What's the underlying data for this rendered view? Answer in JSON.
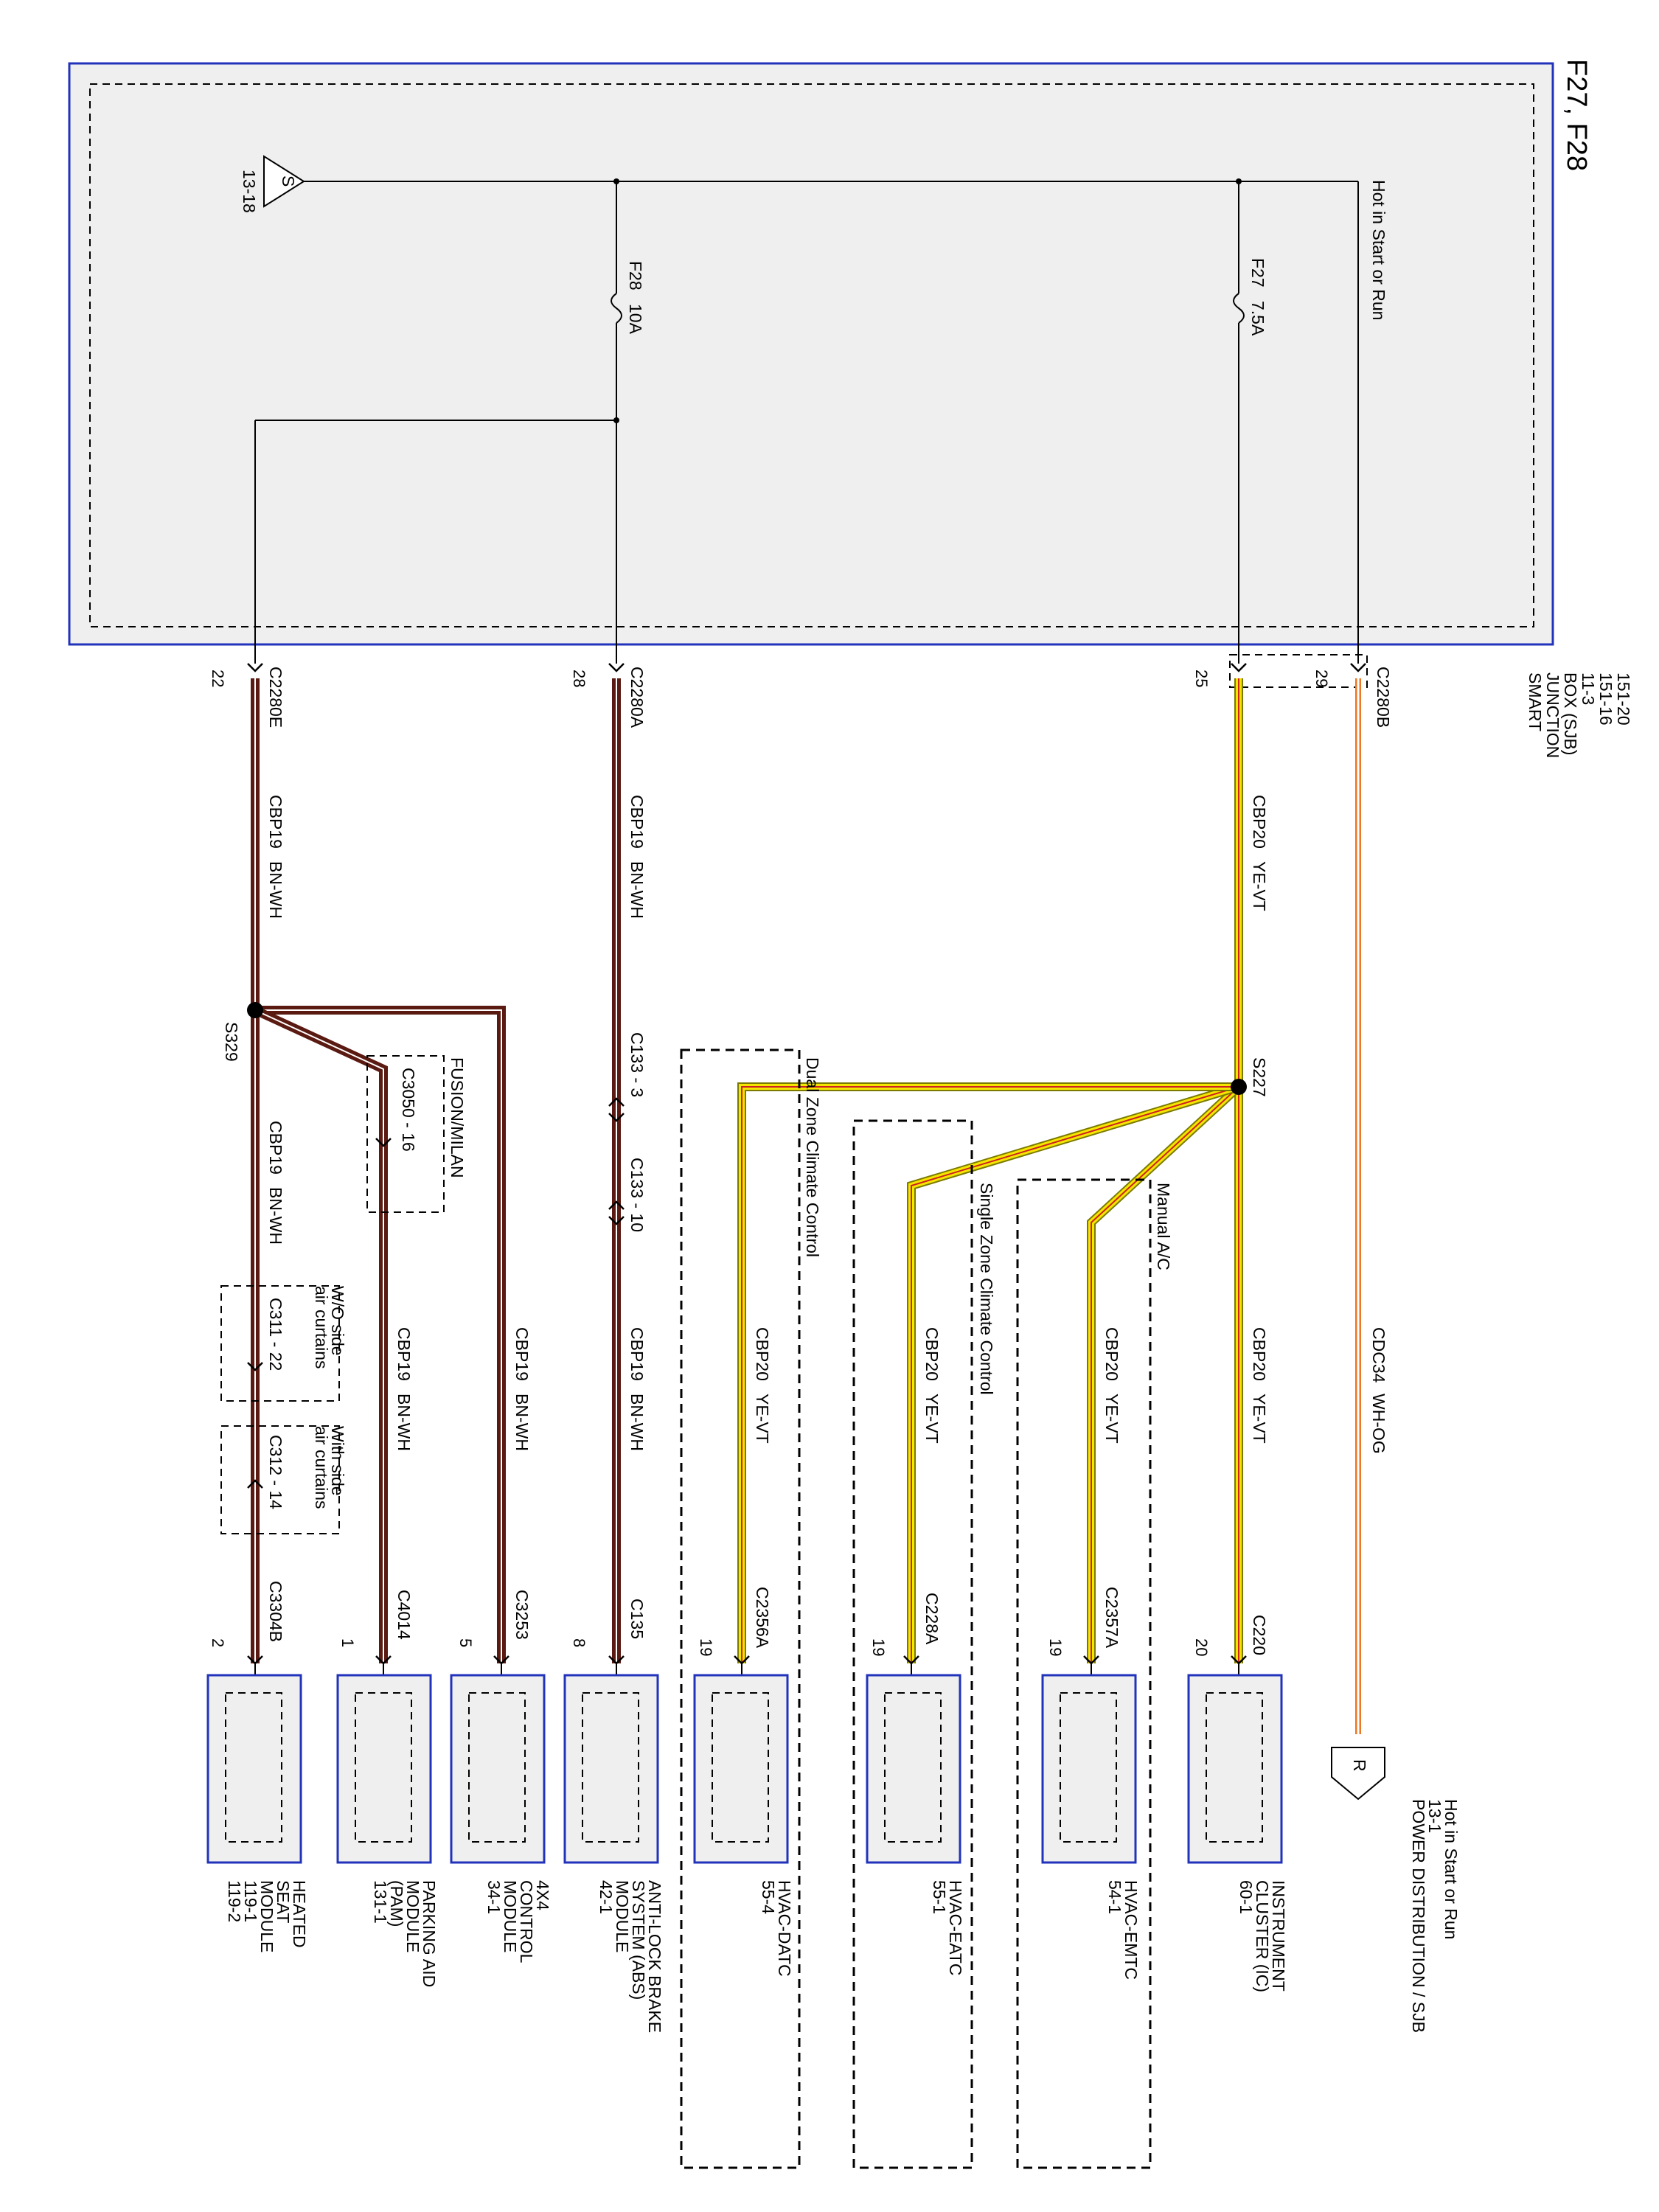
{
  "title": "F27, F28",
  "sjb": {
    "label": [
      "SMART",
      "JUNCTION",
      "BOX (SJB)",
      "11-3",
      "151-16",
      "151-20"
    ],
    "hot_label": "Hot in Start or Run",
    "ground_symbol": "S",
    "ground_ref": "13-18",
    "fuses": [
      {
        "id": "F27",
        "rating": "7.5A"
      },
      {
        "id": "F28",
        "rating": "10A"
      }
    ],
    "connectors": [
      {
        "name": "C2280B",
        "pin": "29"
      },
      {
        "name": "",
        "pin": "25"
      },
      {
        "name": "C2280A",
        "pin": "28"
      },
      {
        "name": "C2280E",
        "pin": "22"
      }
    ]
  },
  "power_distribution": {
    "symbol": "R",
    "label": [
      "POWER DISTRIBUTION / SJB",
      "13-1",
      "Hot in Start or Run"
    ]
  },
  "wires": {
    "cdc34": {
      "circuit": "CDC34",
      "color": "WH-OG"
    },
    "cbp20": {
      "circuit": "CBP20",
      "color": "YE-VT"
    },
    "cbp19": {
      "circuit": "CBP19",
      "color": "BN-WH"
    }
  },
  "splices": [
    {
      "name": "S227"
    },
    {
      "name": "S329"
    }
  ],
  "inline_connectors": [
    {
      "name": "C133 - 3"
    },
    {
      "name": "C133 - 10"
    },
    {
      "name": "C3050 - 16"
    },
    {
      "name": "C311 - 22"
    },
    {
      "name": "C312 - 14"
    }
  ],
  "options": [
    {
      "label": "Manual A/C"
    },
    {
      "label": "Single Zone Climate Control"
    },
    {
      "label": "Dual Zone Climate Control"
    },
    {
      "label": "FUSION/MILAN"
    },
    {
      "label": [
        "W/O side",
        "air curtains"
      ]
    },
    {
      "label": [
        "With side",
        "air curtains"
      ]
    }
  ],
  "modules": [
    {
      "connector": "C220",
      "pin": "20",
      "label": [
        "INSTRUMENT",
        "CLUSTER (IC)",
        "60-1"
      ]
    },
    {
      "connector": "C2357A",
      "pin": "19",
      "label": [
        "HVAC-EMTC",
        "54-1"
      ]
    },
    {
      "connector": "C228A",
      "pin": "19",
      "label": [
        "HVAC-EATC",
        "55-1"
      ]
    },
    {
      "connector": "C2356A",
      "pin": "19",
      "label": [
        "HVAC-DATC",
        "55-4"
      ]
    },
    {
      "connector": "C135",
      "pin": "8",
      "label": [
        "ANTI-LOCK BRAKE",
        "SYSTEM (ABS)",
        "MODULE",
        "42-1"
      ]
    },
    {
      "connector": "C3253",
      "pin": "5",
      "label": [
        "4X4",
        "CONTROL",
        "MODULE",
        "34-1"
      ]
    },
    {
      "connector": "C4014",
      "pin": "1",
      "label": [
        "PARKING AID",
        "MODULE",
        "(PAM)",
        "131-1"
      ]
    },
    {
      "connector": "C3304B",
      "pin": "2",
      "label": [
        "HEATED",
        "SEAT",
        "MODULE",
        "119-1",
        "119-2"
      ]
    }
  ],
  "colors": {
    "box_border": "#2233bb",
    "box_fill": "#efefef",
    "wire_brown": "#5a1a12",
    "wire_yellow": "#f5e600",
    "wire_white": "#ffffff",
    "wire_orange": "#ee7722"
  }
}
